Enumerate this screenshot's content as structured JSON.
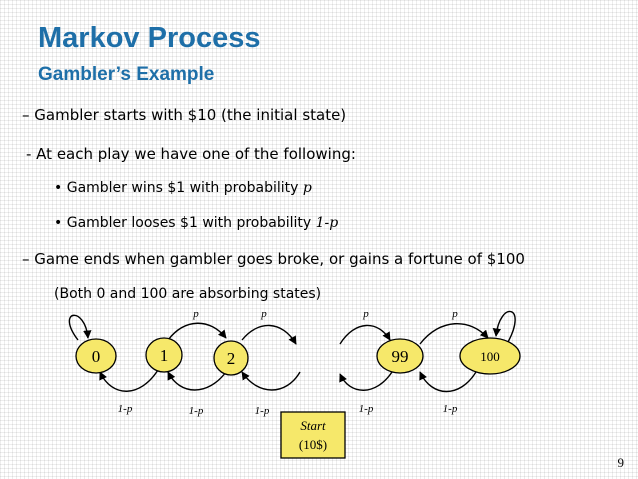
{
  "slide": {
    "title": "Markov Process",
    "subtitle": "Gambler’s Example",
    "page_number": "9"
  },
  "bullets": {
    "b1": "– Gambler starts with $10 (the initial state)",
    "b2": "- At each play we have one of the following:",
    "sub1_text": "Gambler wins $1 with probability ",
    "sub1_var": "p",
    "sub2_text": "Gambler looses $1 with probability ",
    "sub2_var": "1-p",
    "b3": "– Game ends when gambler goes broke, or gains a fortune of $100",
    "note": "(Both 0 and 100 are absorbing states)",
    "sub_marker": "•"
  },
  "diagram": {
    "states": [
      "0",
      "1",
      "2",
      "99",
      "100"
    ],
    "up_labels": [
      "p",
      "p",
      "p",
      "p"
    ],
    "down_labels": [
      "1-p",
      "1-p",
      "1-p",
      "1-p",
      "1-p"
    ],
    "start_title": "Start",
    "start_value": "(10$)",
    "state_fill": "#f6e86a",
    "start_fill": "#f6e86a"
  }
}
